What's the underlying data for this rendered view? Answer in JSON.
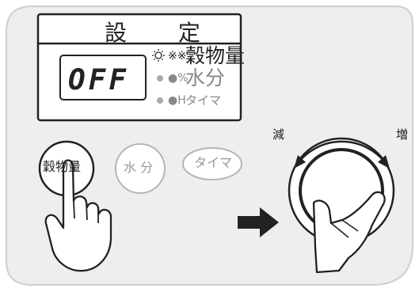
{
  "panel": {
    "title": "設 定",
    "display_value": "OFF"
  },
  "indicators": [
    {
      "symbol": "※※",
      "label": "穀物量",
      "active": true
    },
    {
      "symbol": "●%",
      "label": "水分",
      "active": false
    },
    {
      "symbol": "●H",
      "label": "タイマ",
      "active": false
    }
  ],
  "buttons": [
    {
      "label": "穀物量",
      "pressed": true
    },
    {
      "label": "水 分",
      "pressed": false
    },
    {
      "label": "タイマ",
      "pressed": false
    }
  ],
  "dial": {
    "decrease_label": "減",
    "increase_label": "増"
  },
  "colors": {
    "background": "#eeeeee",
    "line": "#222222",
    "inactive": "#aaaaaa"
  }
}
